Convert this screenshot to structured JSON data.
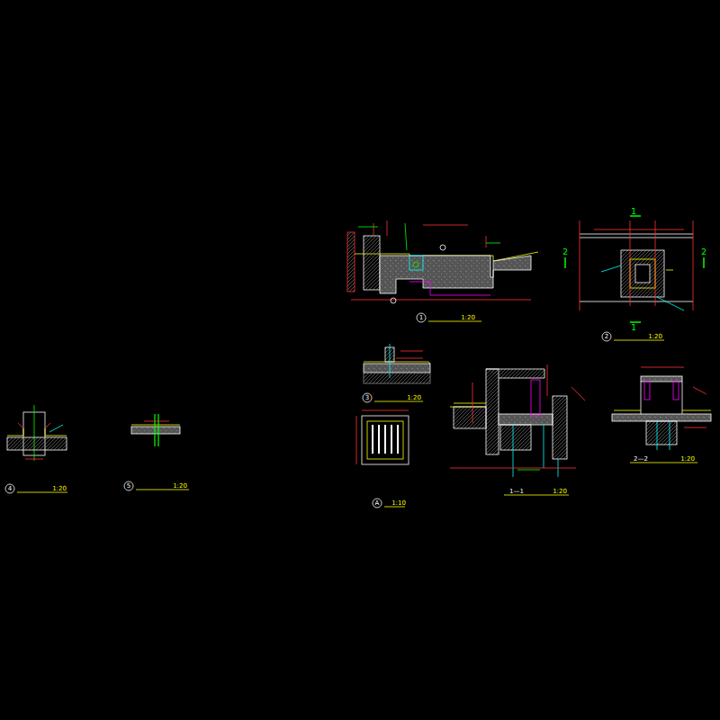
{
  "diagram": {
    "labels": [
      "1",
      "1:20",
      "2",
      "1:20",
      "3",
      "1:20",
      "A",
      "1:10",
      "1—1",
      "1:20",
      "2—2",
      "1:20",
      "4",
      "1:20",
      "5",
      "1:20",
      "1",
      "1",
      "2",
      "2"
    ]
  }
}
